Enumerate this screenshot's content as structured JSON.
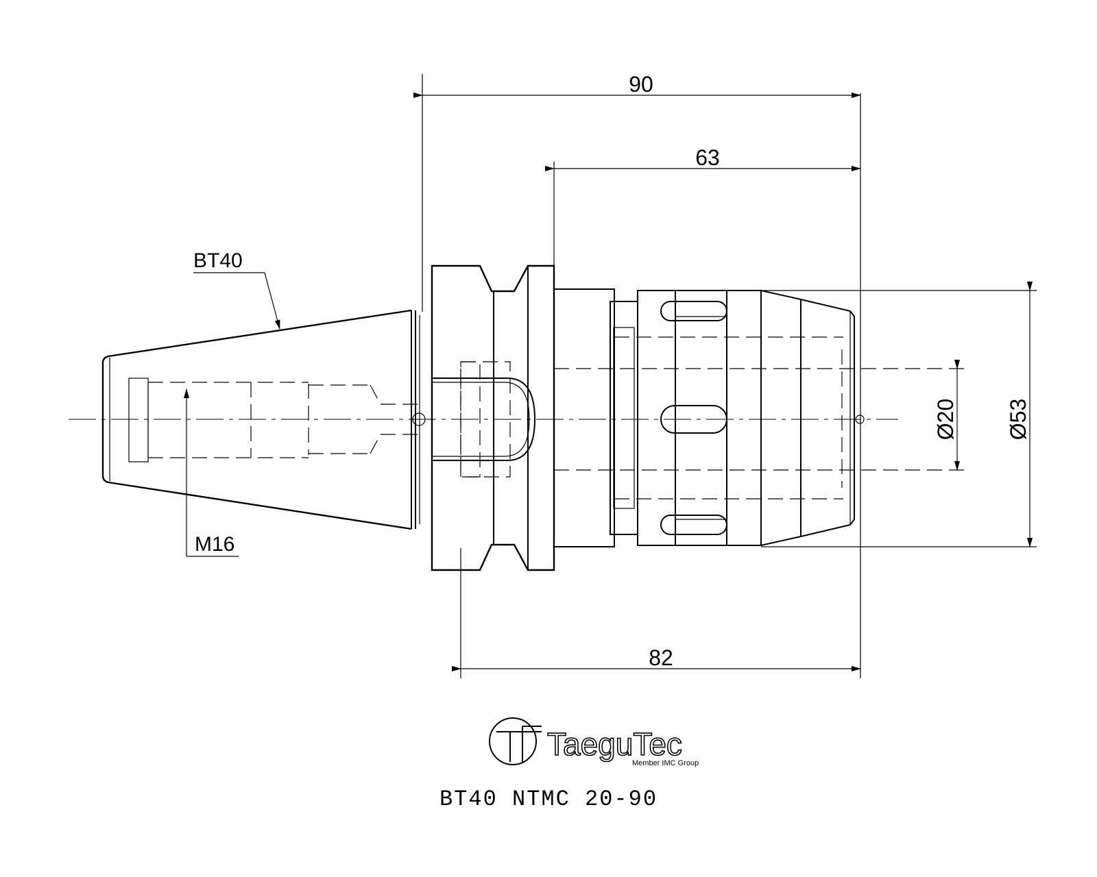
{
  "drawing": {
    "dimensions": {
      "overall_length": "90",
      "gauge_to_nose": "63",
      "flange_to_nose": "82",
      "bore_diameter": "Ø20",
      "body_diameter": "Ø53"
    },
    "labels": {
      "taper": "BT40",
      "thread": "M16"
    }
  },
  "logo": {
    "brand": "TaeguTec",
    "tagline": "Member IMC Group"
  },
  "part_code": "BT40  NTMC  20-90"
}
